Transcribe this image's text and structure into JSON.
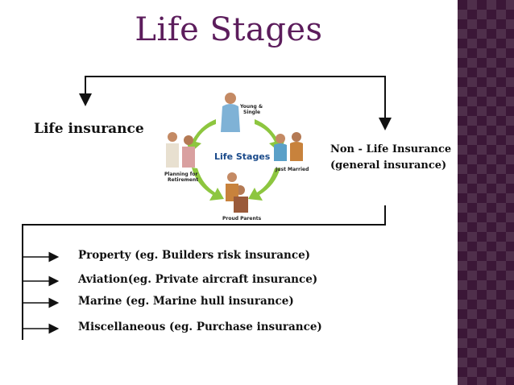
{
  "title": "Life Stages",
  "branches": {
    "left": "Life insurance",
    "right_line1": "Non - Life Insurance",
    "right_line2": "(general insurance)"
  },
  "image": {
    "center_label": "Life Stages",
    "stage_young": "Young &",
    "stage_single": "Single",
    "stage_married": "Just Married",
    "stage_parents": "Proud Parents",
    "stage_planning": "Planning for",
    "stage_retirement": "Retirement"
  },
  "items": [
    "Property (eg. Builders risk insurance)",
    "Aviation(eg. Private aircraft insurance)",
    "Marine (eg. Marine hull insurance)",
    "Miscellaneous (eg. Purchase insurance)"
  ],
  "colors": {
    "title": "#5c1d5c",
    "panel": "#3b1737",
    "arrow_green": "#8dc63f"
  }
}
